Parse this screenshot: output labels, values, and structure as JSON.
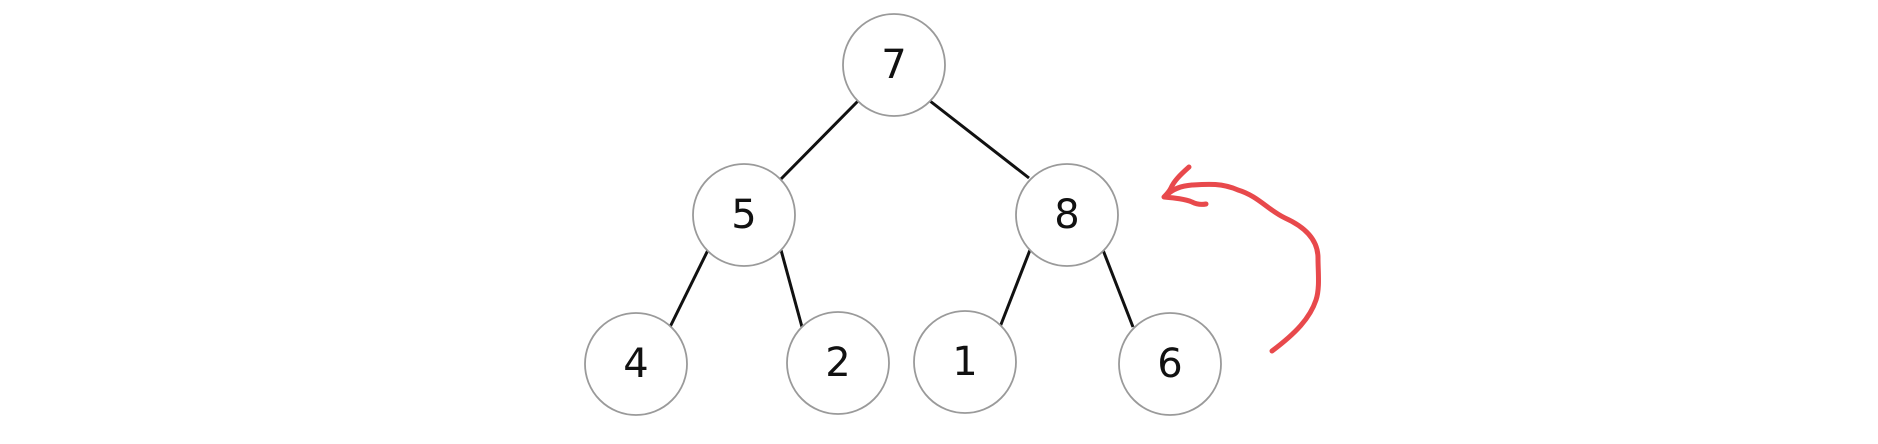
{
  "tree": {
    "nodes": [
      {
        "id": "n-root",
        "label": "7"
      },
      {
        "id": "n-left",
        "label": "5"
      },
      {
        "id": "n-right",
        "label": "8"
      },
      {
        "id": "n-ll",
        "label": "4"
      },
      {
        "id": "n-lr",
        "label": "2"
      },
      {
        "id": "n-rl",
        "label": "1"
      },
      {
        "id": "n-rr",
        "label": "6"
      }
    ],
    "edges": [
      {
        "from": "n-root",
        "to": "n-left"
      },
      {
        "from": "n-root",
        "to": "n-right"
      },
      {
        "from": "n-left",
        "to": "n-ll"
      },
      {
        "from": "n-left",
        "to": "n-lr"
      },
      {
        "from": "n-right",
        "to": "n-rl"
      },
      {
        "from": "n-right",
        "to": "n-rr"
      }
    ]
  },
  "annotation": {
    "type": "curved-arrow",
    "from": "n-rr",
    "to": "n-right",
    "color": "#e8494c"
  }
}
